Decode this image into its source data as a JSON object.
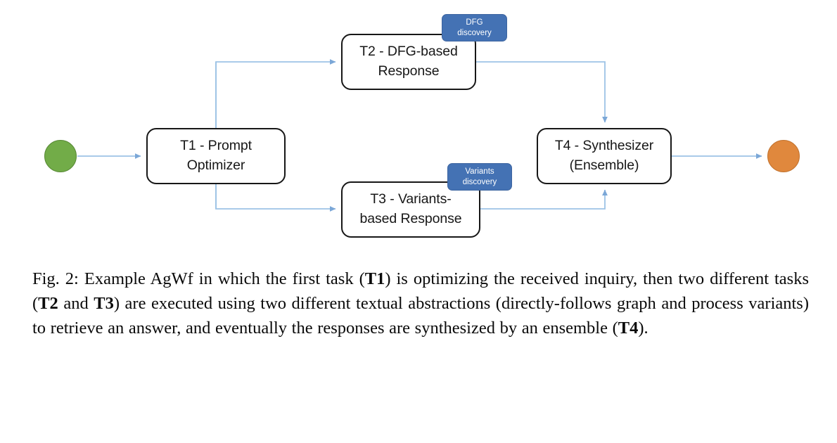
{
  "figure": {
    "id": "fig-2",
    "caption_prefix": "Fig. 2:",
    "caption_full": "Fig. 2: Example AgWf in which the first task (T1) is optimizing the received inquiry, then two different tasks (T2 and T3) are executed using two different textual abstractions (directly-follows graph and process variants) to retrieve an answer, and eventually the responses are synthesized by an ensemble (T4).",
    "caption_parts": {
      "p1": "Fig. 2: Example AgWf in which the first task (",
      "b1": "T1",
      "p2": ") is optimizing the received inquiry, then two different tasks (",
      "b2": "T2",
      "p3": " and ",
      "b3": "T3",
      "p4": ") are executed using two different textual abstractions (directly-follows graph and process variants) to retrieve an answer, and eventually the responses are synthesized by an ensemble (",
      "b4": "T4",
      "p5": ")."
    }
  },
  "diagram": {
    "type": "workflow",
    "title": "Example AgWf",
    "colors": {
      "start_fill": "#72AC48",
      "start_stroke": "#588A36",
      "end_fill": "#E0883D",
      "end_stroke": "#C2732F",
      "badge_fill": "#4472B4",
      "badge_text": "#ffffff",
      "connector": "#9DC3E6",
      "node_stroke": "#171717",
      "node_fill": "#ffffff"
    },
    "terminals": {
      "start": {
        "name": "start-node",
        "shape": "circle",
        "label": ""
      },
      "end": {
        "name": "end-node",
        "shape": "circle",
        "label": ""
      }
    },
    "nodes": [
      {
        "id": "t1",
        "line1": "T1 - Prompt",
        "line2": "Optimizer"
      },
      {
        "id": "t2",
        "line1": "T2 - DFG-based",
        "line2": "Response"
      },
      {
        "id": "t3",
        "line1": "T3 - Variants-",
        "line2": "based Response"
      },
      {
        "id": "t4",
        "line1": "T4 - Synthesizer",
        "line2": "(Ensemble)"
      }
    ],
    "badges": [
      {
        "id": "dfg",
        "line1": "DFG",
        "line2": "discovery"
      },
      {
        "id": "variants",
        "line1": "Variants",
        "line2": "discovery"
      }
    ],
    "edges": [
      {
        "from": "start",
        "to": "t1"
      },
      {
        "from": "t1",
        "to": "t2"
      },
      {
        "from": "t1",
        "to": "t3"
      },
      {
        "from": "t2",
        "to": "t4"
      },
      {
        "from": "t3",
        "to": "t4"
      },
      {
        "from": "t4",
        "to": "end"
      }
    ]
  }
}
